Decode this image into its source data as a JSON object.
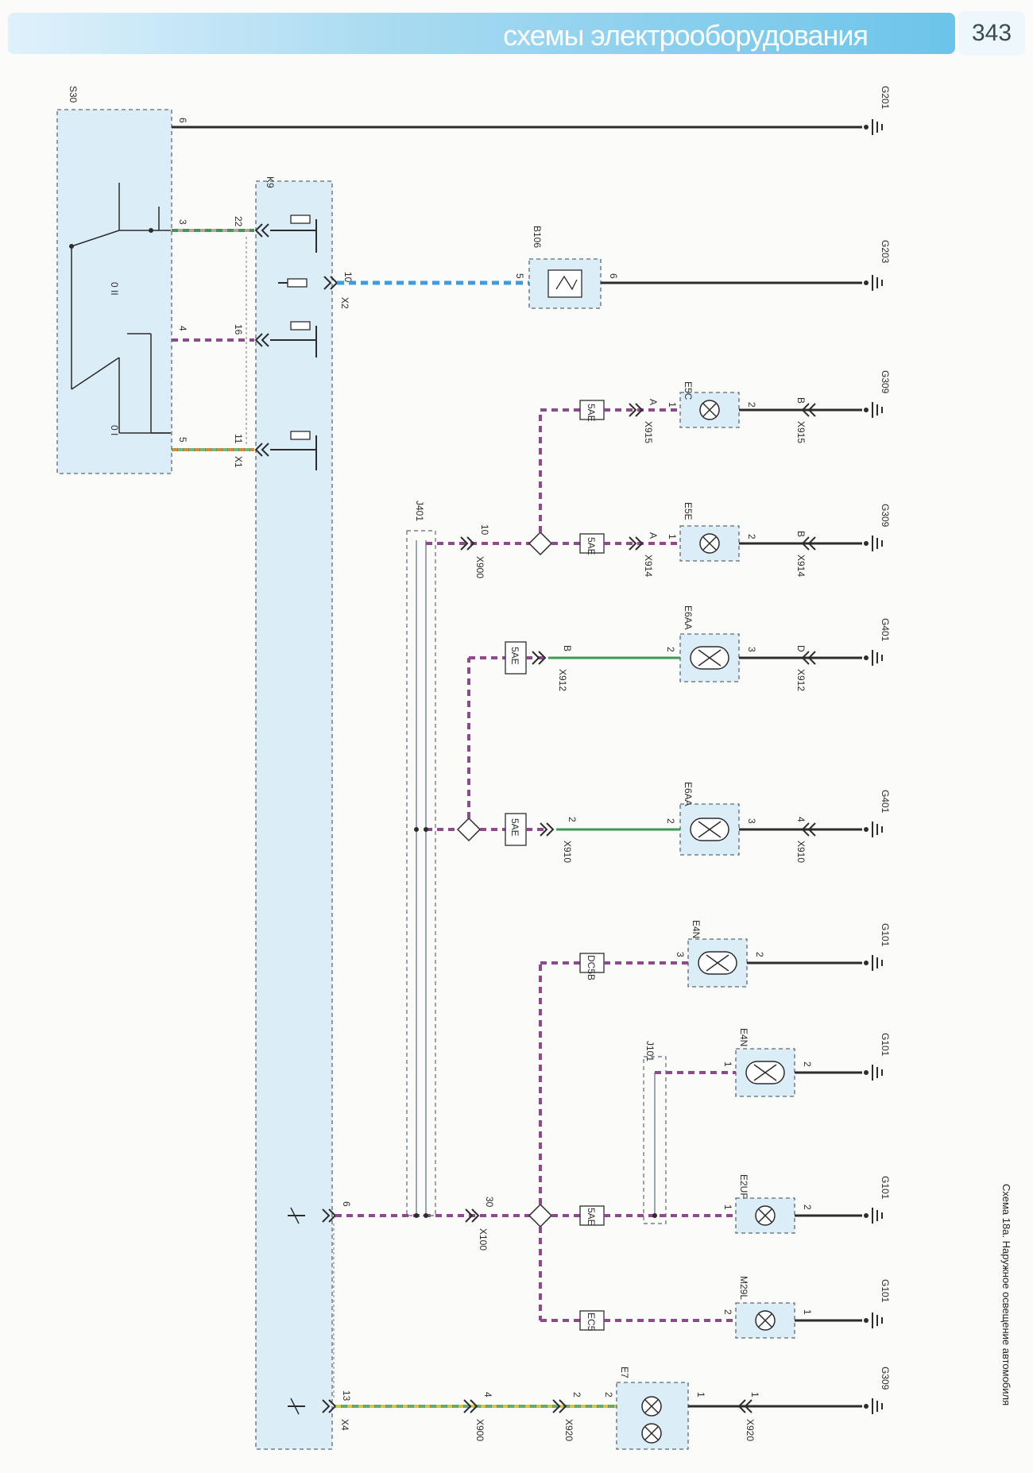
{
  "header": {
    "title": "схемы электрооборудования",
    "page_number": "343"
  },
  "caption": "Схема 18а. Наружное освещение автомобиля",
  "components": {
    "S30": "S30",
    "K9": "K9",
    "B106": "B106",
    "J401": "J401",
    "J101": "J101",
    "E5C": "E5C",
    "E5E": "E5E",
    "E6AA_top": "E6AA",
    "E6AA_bottom": "E6AA",
    "E4N_top": "E4N",
    "E4N_bottom": "E4N",
    "E2UF": "E2UF",
    "M29L": "M29L",
    "E7": "E7"
  },
  "grounds": {
    "g1": "G201",
    "g2": "G203",
    "g3": "G309",
    "g4": "G309",
    "g5": "G401",
    "g6": "G401",
    "g7": "G101",
    "g8": "G101",
    "g9": "G101",
    "g10": "G101",
    "g11": "G309"
  },
  "connectors": {
    "x1": "X1",
    "x2": "X2",
    "x4": "X4",
    "x900a": "X900",
    "x914": "X914",
    "x915": "X915",
    "x915b": "X915",
    "x914b": "X914",
    "x912": "X912",
    "x912b": "X912",
    "x910": "X910",
    "x910b": "X910",
    "x100": "X100",
    "x900b": "X900",
    "x920": "X920",
    "x920b": "X920"
  },
  "fuses": {
    "f1": "5AE",
    "f2": "5AE",
    "f3": "5AE",
    "f4": "5AE",
    "f5": "DC5B",
    "f6": "5AE",
    "f7": "EC5"
  },
  "pins": {
    "s30_6": "6",
    "s30_3": "3",
    "s30_4": "4",
    "s30_5": "5",
    "k9_22": "22",
    "k9_16": "16",
    "k9_11": "11",
    "k9_10": "10",
    "k9_6": "6",
    "k9_13": "13",
    "b106_5": "5",
    "b106_6": "6",
    "e5c_1": "1",
    "e5c_2": "2",
    "e5e_1": "1",
    "e5e_2": "2",
    "x915_a": "A",
    "x915_b": "B",
    "x914_a": "A",
    "x914_b": "B",
    "x912_b": "B",
    "x912_d": "D",
    "x910_2": "2",
    "x910_4": "4",
    "e6aa1_2": "2",
    "e6aa1_3": "3",
    "e6aa2_2": "2",
    "e6aa2_3": "3",
    "x900_10": "10",
    "x100_30": "30",
    "e4n1_3": "3",
    "e4n1_2": "2",
    "e4n2_1": "1",
    "e4n2_2": "2",
    "e2uf_1": "1",
    "e2uf_2": "2",
    "m29l_2": "2",
    "m29l_1": "1",
    "x900_4": "4",
    "x920_2": "2",
    "e7_2": "2",
    "e7_1": "1",
    "x920_1": "1"
  },
  "switch_labels": {
    "pos1": "0 II",
    "pos2": "0 I"
  },
  "wire_colors": {
    "black": "#2c2c2c",
    "violet": "#8e4a8c",
    "green": "#3c9a55",
    "blue": "#3d9be0",
    "yellow": "#d9c53a",
    "orange": "#d98a3a",
    "grey": "#9aa6ad"
  }
}
